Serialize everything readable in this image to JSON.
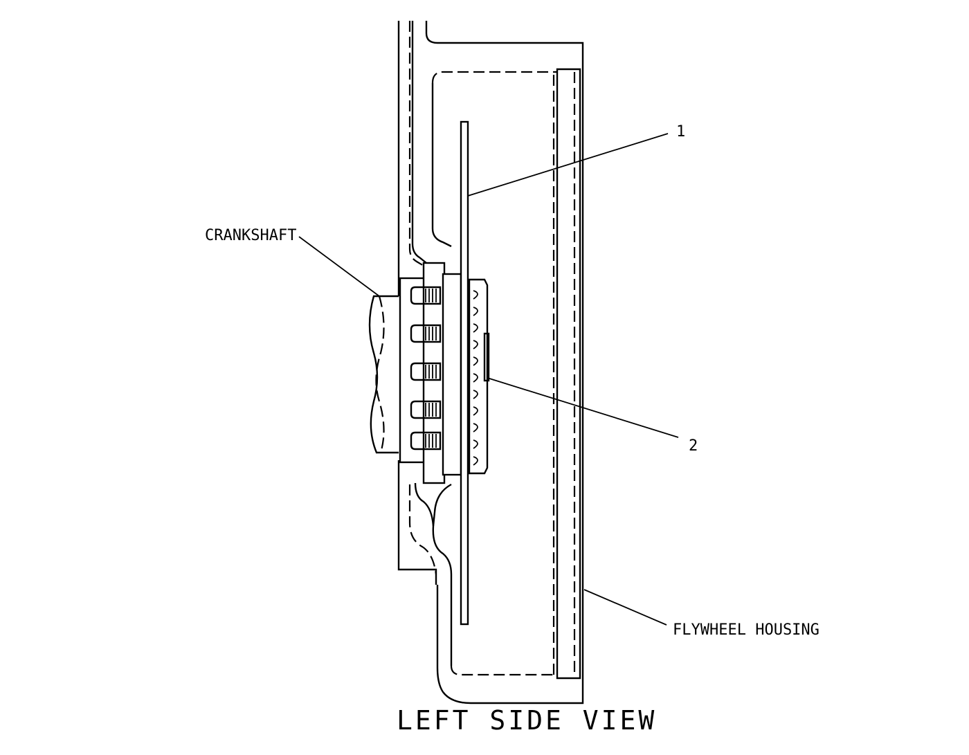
{
  "labels": {
    "callout_1": "1",
    "callout_2": "2",
    "crankshaft": "CRANKSHAFT",
    "flywheel_housing": "FLYWHEEL HOUSING"
  },
  "title": "LEFT SIDE VIEW"
}
